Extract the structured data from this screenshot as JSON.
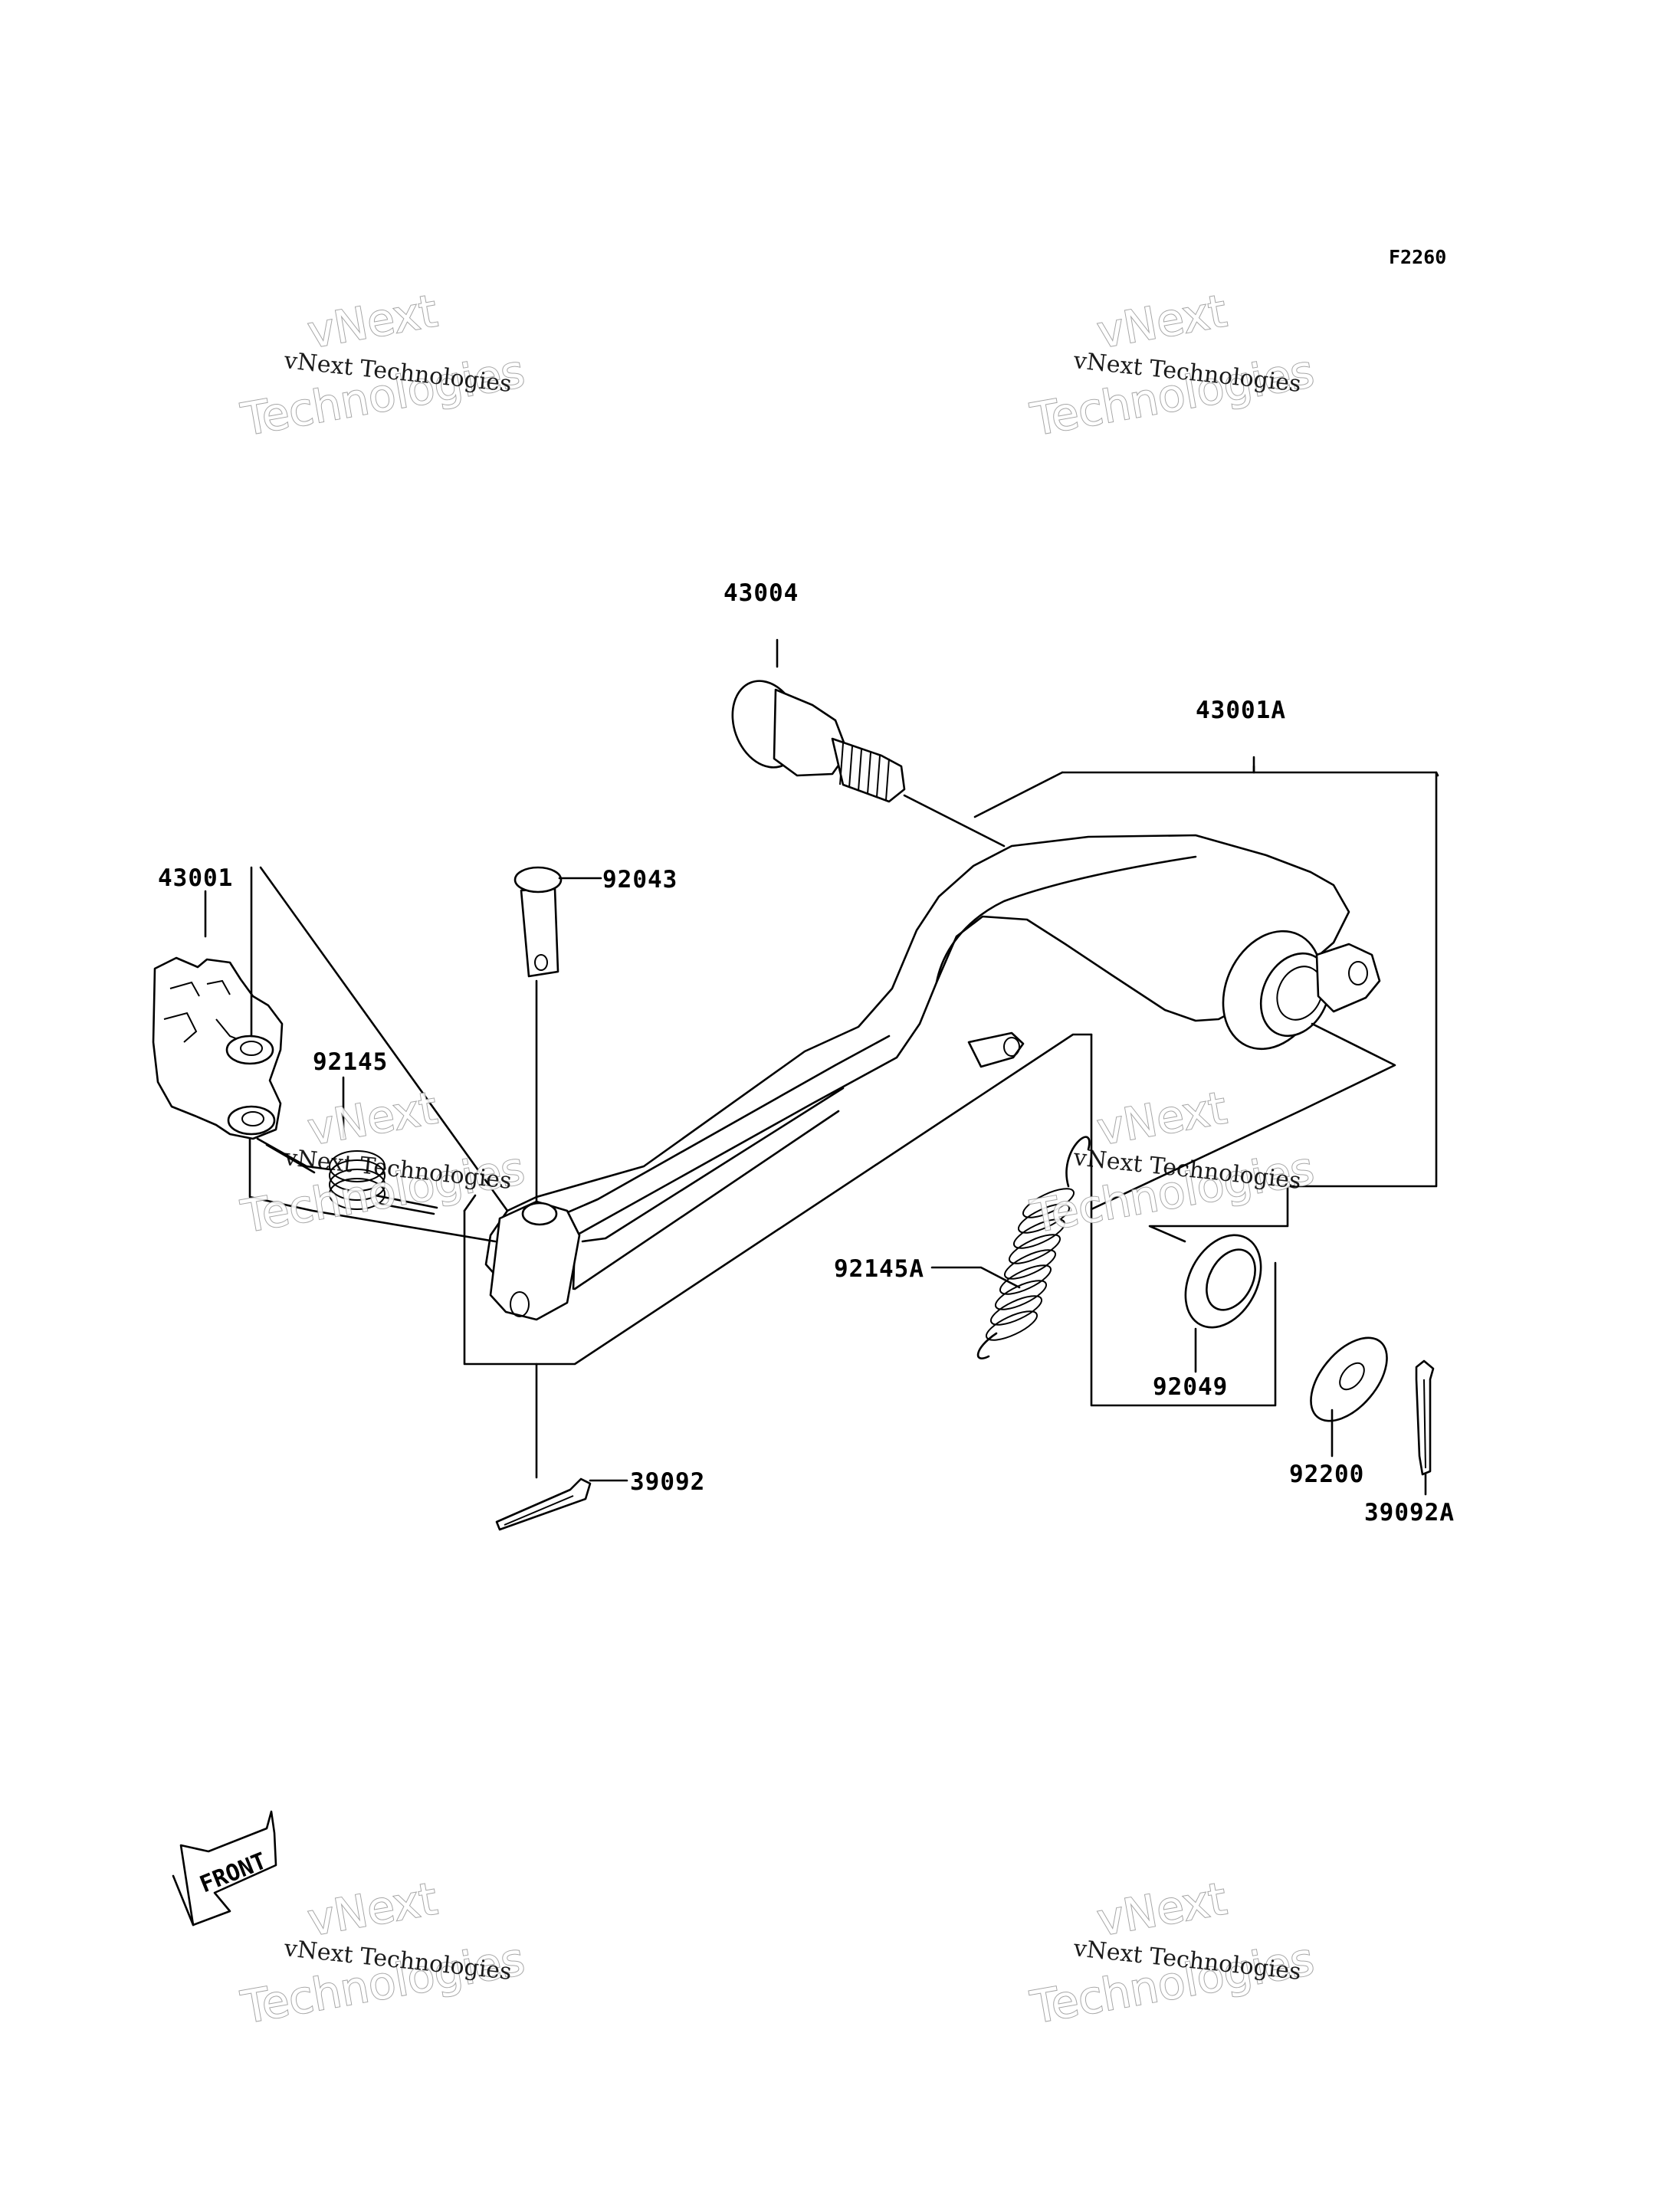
{
  "figure_code": "F2260",
  "front_label": "FRONT",
  "watermark": {
    "small": "vNext Technologies",
    "big_line1": "vNext",
    "big_line2": "Technologies"
  },
  "parts": [
    {
      "id": "43004",
      "label": "43004"
    },
    {
      "id": "43001A",
      "label": "43001A"
    },
    {
      "id": "43001",
      "label": "43001"
    },
    {
      "id": "92043",
      "label": "92043"
    },
    {
      "id": "92145",
      "label": "92145"
    },
    {
      "id": "92145A",
      "label": "92145A"
    },
    {
      "id": "92049",
      "label": "92049"
    },
    {
      "id": "39092",
      "label": "39092"
    },
    {
      "id": "92200",
      "label": "92200"
    },
    {
      "id": "39092A",
      "label": "39092A"
    }
  ]
}
